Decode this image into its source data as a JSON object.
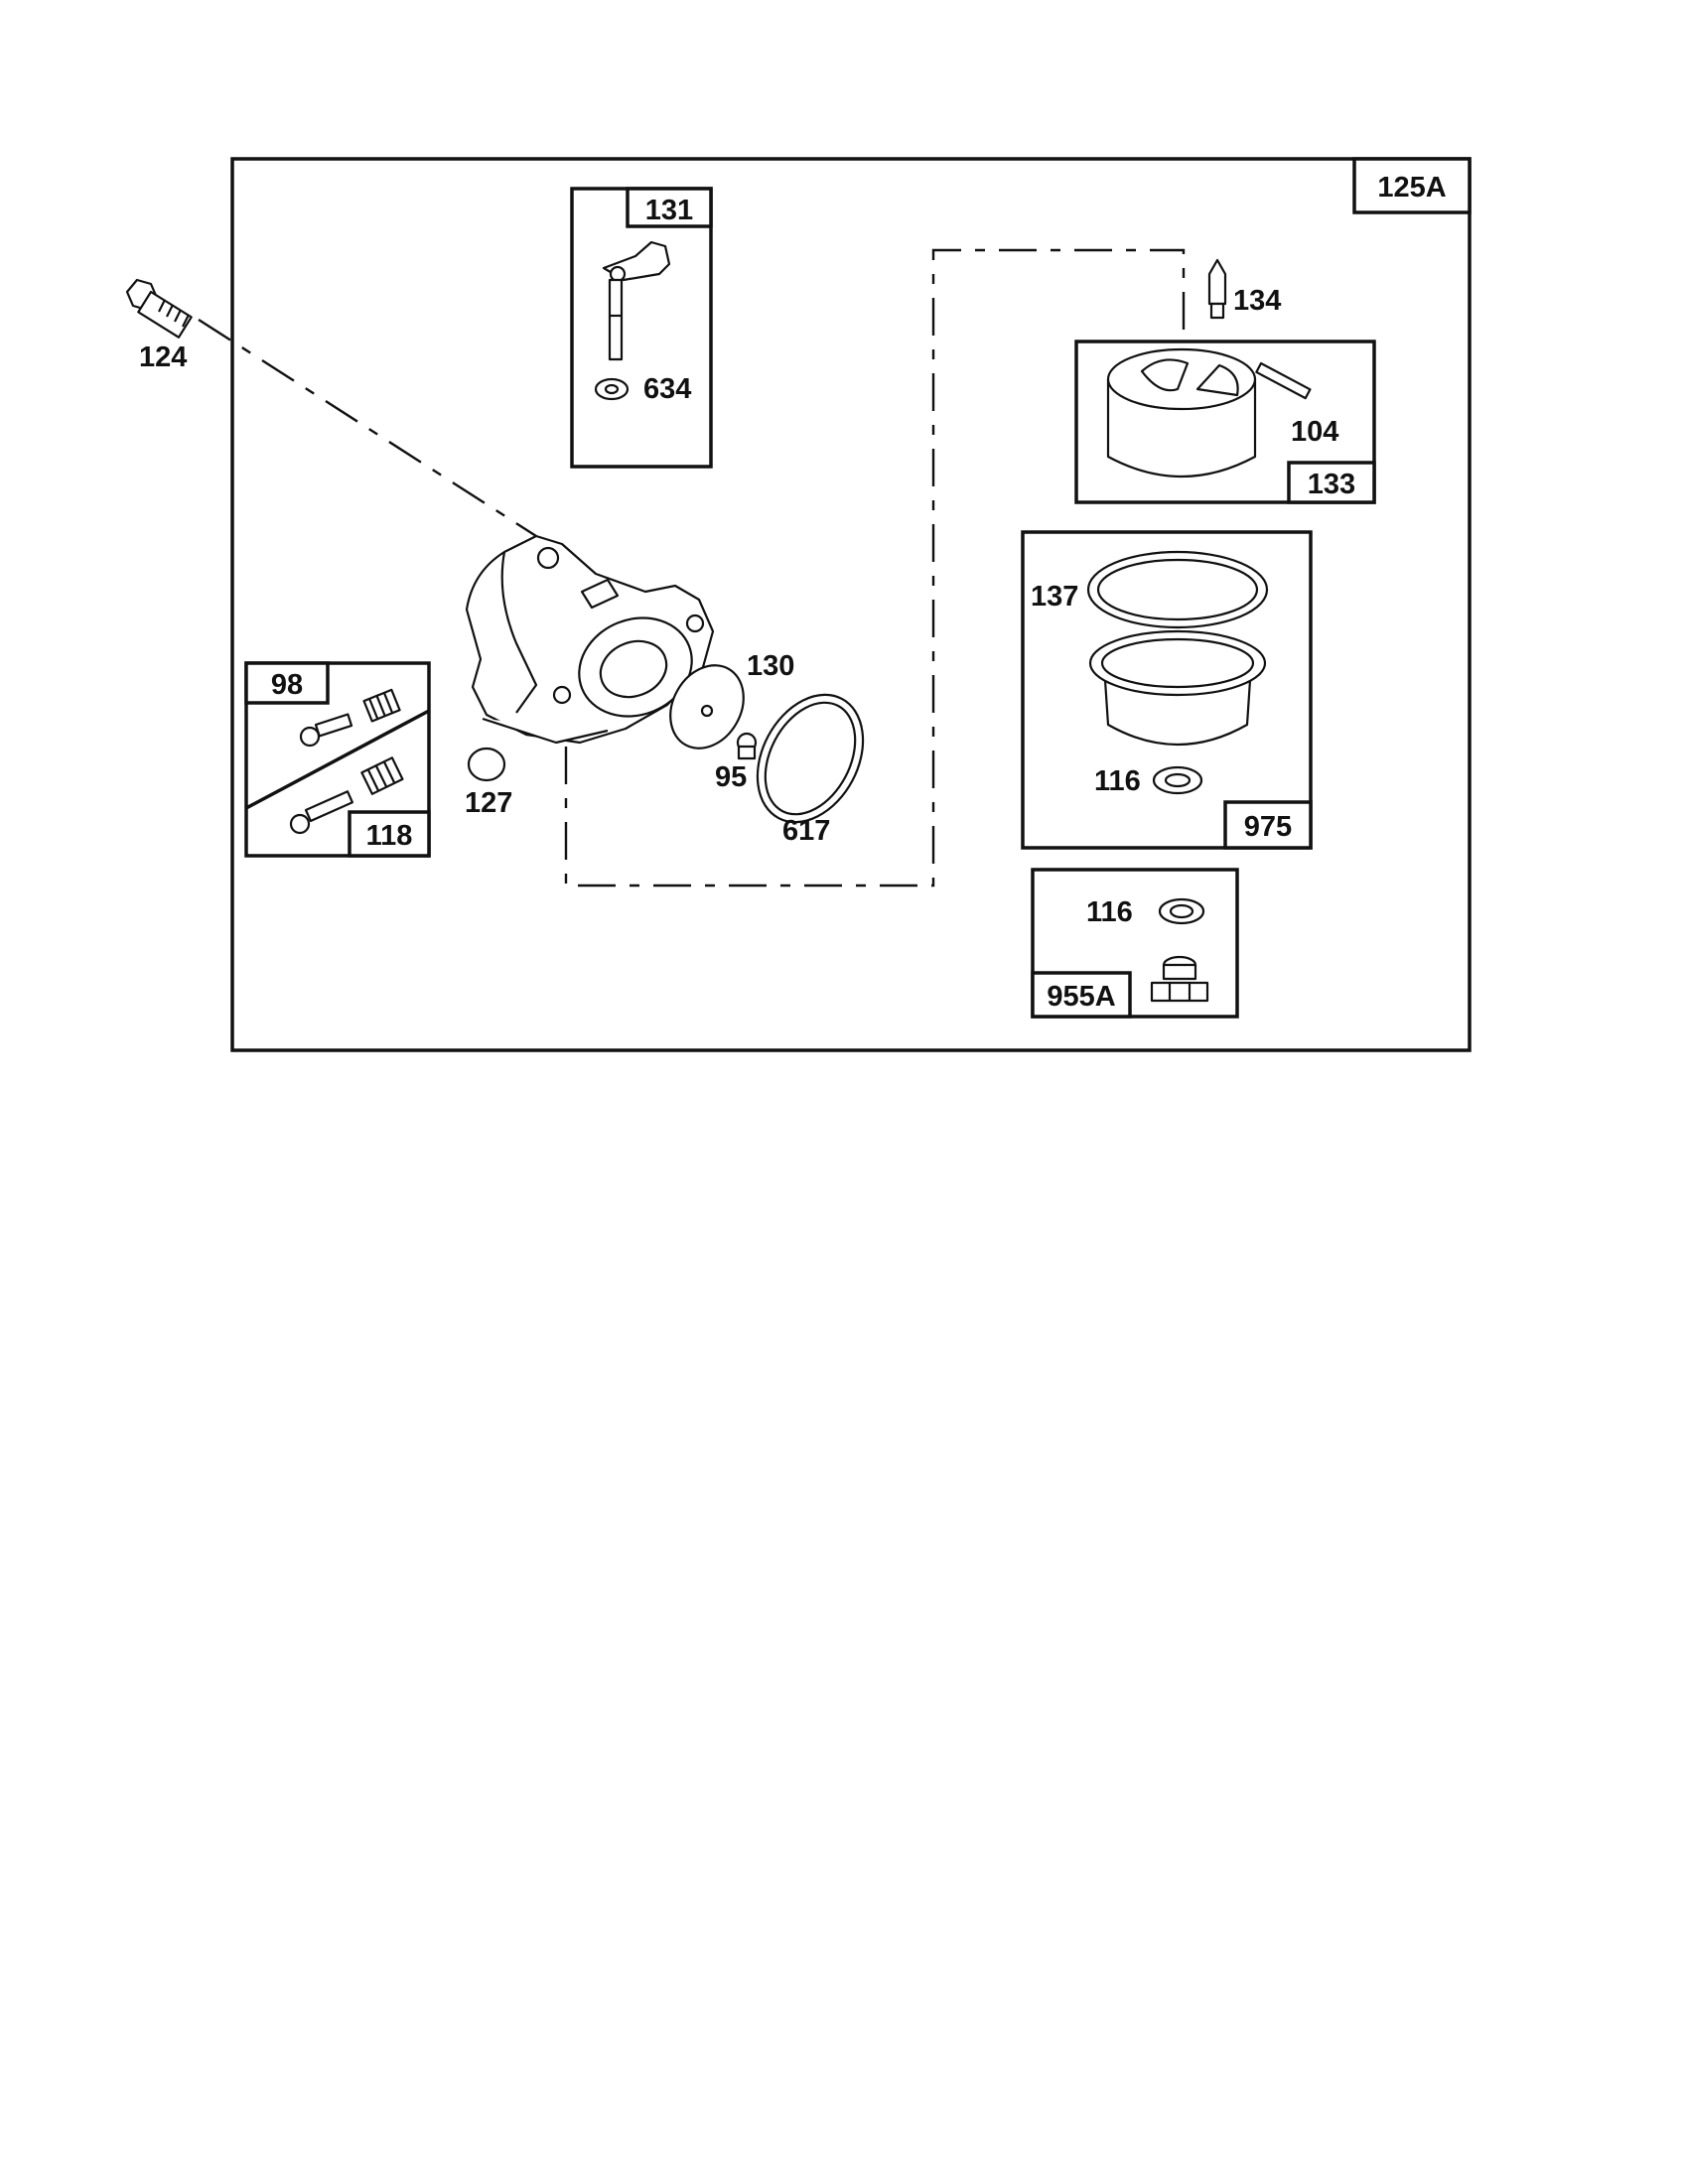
{
  "assembly_tag": "125A",
  "kits": {
    "choke_shaft": "131",
    "choke_seal": "634",
    "float_kit": "133",
    "float_pin": "104",
    "inlet_needle": "134",
    "bowl_kit": "975",
    "bowl_gasket": "137",
    "bowl_washer": "116",
    "bowl_nut_kit": "955A",
    "nut_washer": "116",
    "idle_screw": "98",
    "mixture_screw": "118"
  },
  "parts": {
    "bolt": "124",
    "throttle_plate": "130",
    "throttle_screw": "95",
    "gasket": "617",
    "welch_plug": "127"
  }
}
